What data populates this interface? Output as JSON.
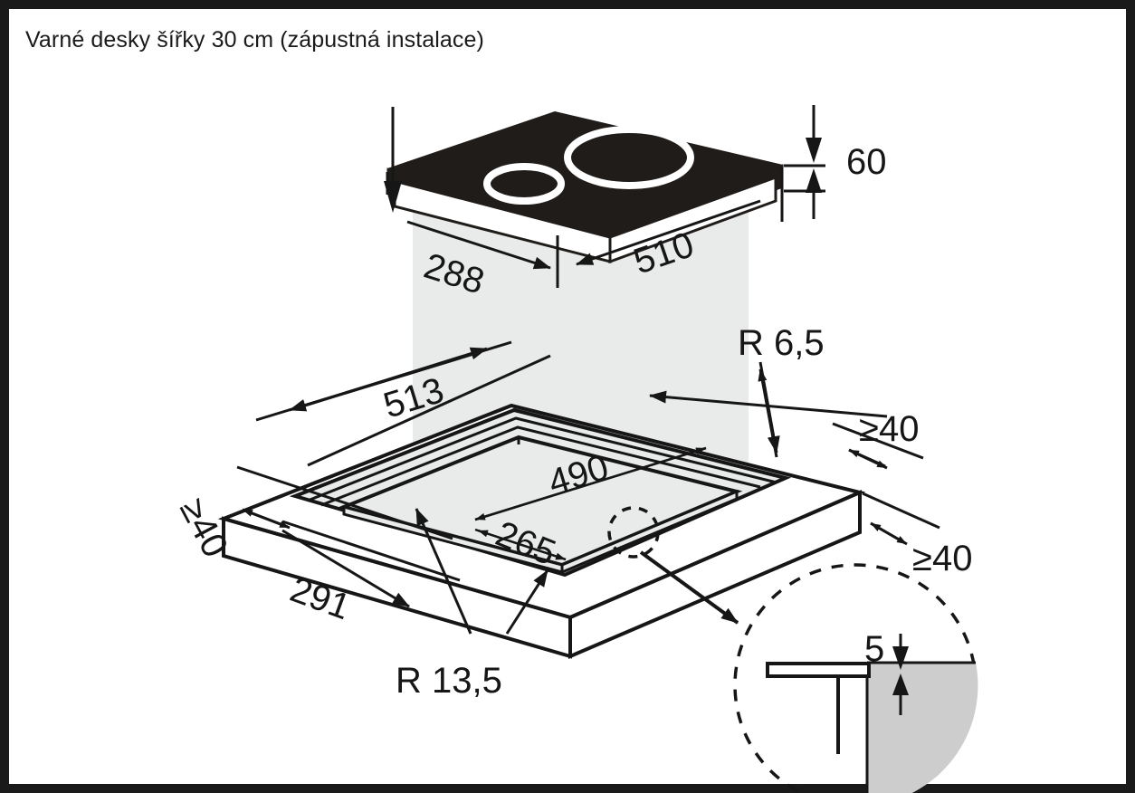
{
  "page": {
    "title": "Varné desky šířky 30 cm (zápustná instalace)",
    "border_color": "#1a1a1a",
    "background_color": "#ffffff",
    "hob_color": "#201c1a",
    "shade_color": "#e6e7e8",
    "line_color": "#161616"
  },
  "dimensions": {
    "hob_depth": "288",
    "hob_width": "510",
    "hob_height": "60",
    "cutout_width": "513",
    "cutout_depth": "291",
    "recess_width": "490",
    "recess_depth": "265",
    "corner_radius_outer": "R 6,5",
    "corner_radius_inner": "R 13,5",
    "clearance_back": "≥40",
    "clearance_right_top": "≥40",
    "clearance_right_bottom": "≥40",
    "detail_step": "5"
  },
  "labels": {
    "l_288": "288",
    "l_510": "510",
    "l_60": "60",
    "l_513": "513",
    "l_291": "291",
    "l_490": "490",
    "l_265": "265",
    "l_r65": "R 6,5",
    "l_r135": "R 13,5",
    "l_ge40_left": "≥40",
    "l_ge40_rt": "≥40",
    "l_ge40_rb": "≥40",
    "l_5": "5"
  },
  "icons": {
    "burner_large": "burner-ring-large-icon",
    "burner_small": "burner-ring-small-icon",
    "detail_circle": "detail-callout-circle-icon",
    "detail_marker": "detail-marker-circle-icon"
  }
}
